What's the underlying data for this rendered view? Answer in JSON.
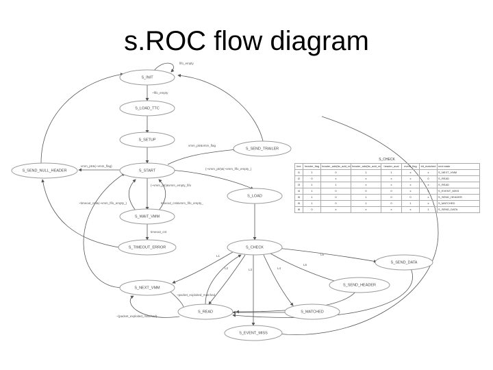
{
  "title": "s.ROC flow diagram",
  "nodes": {
    "s_init": "S_INIT",
    "s_load_ttc": "S_LOAD_TTC",
    "s_setup": "S_SETUP",
    "s_send_trailer": "S_SEND_TRAILER",
    "s_send_null_header": "S_SEND_NULL_HEADER",
    "s_start": "S_START",
    "s_load": "S_LOAD",
    "s_wait_vmm": "S_WAIT_VMM",
    "s_timeout_error": "S_TIMEOUT_ERROR",
    "s_check": "S_CHECK",
    "s_send_data": "S_SEND_DATA",
    "s_next_vmm": "S_NEXT_VMM",
    "s_send_header": "S_SEND_HEADER",
    "s_read": "S_READ",
    "s_matched": "S_MATCHED",
    "s_event_miss": "S_EVENT_MISS"
  },
  "edge_labels": {
    "init_self": "fifo_empty",
    "init_to_load": "~fifo_empty",
    "to_trailer": "vmm_ptr&vmm_flag",
    "null_header": "vmm_ptr&(~vmm_flag)",
    "start_to_load": "(~vmm_ptr)&(~vmm_fifo_empty_)",
    "start_to_wait": "(~vmm_ptr)&vmm_empty_fifo",
    "wait_left": "~timeout_cnt&(~vmm_fifo_empty_)",
    "wait_right": "timeout_cnt&vmm_fifo_empty_",
    "timeout": "timeout_cnt",
    "next_vmm_1": "~packet_exploited_matched",
    "read_1": "~(packet_exploited_matched)",
    "l1": "L1",
    "l2": "L2",
    "l3": "L3",
    "l4": "L4",
    "l5": "L5",
    "l6": "L6"
  },
  "check_table": {
    "title": "S_CHECK",
    "headers": [
      "line",
      "header_flag",
      "header_add(ttc_add_reg)",
      "header_add(ttc_add_reg)",
      "header_avai",
      "event_flag",
      "bit_matched",
      "next state"
    ],
    "rows": [
      [
        "l1",
        "1",
        "0",
        "1",
        "1",
        "x",
        "x",
        "S_NEXT_VMM"
      ],
      [
        "l2",
        "0",
        "x",
        "x",
        "x",
        "x",
        "0",
        "S_READ"
      ],
      [
        "l3",
        "1",
        "1",
        "x",
        "x",
        "x",
        "x",
        "S_READ"
      ],
      [
        "l4",
        "1",
        "0",
        "0",
        "0",
        "x",
        "x",
        "S_EVENT_MISS"
      ],
      [
        "l5",
        "1",
        "0",
        "1",
        "0",
        "0",
        "x",
        "S_SEND_HEADER"
      ],
      [
        "l5",
        "1",
        "0",
        "1",
        "0",
        "1",
        "x",
        "S_MATCHED"
      ],
      [
        "l6",
        "0",
        "x",
        "x",
        "x",
        "x",
        "1",
        "S_SEND_DATA"
      ]
    ]
  }
}
